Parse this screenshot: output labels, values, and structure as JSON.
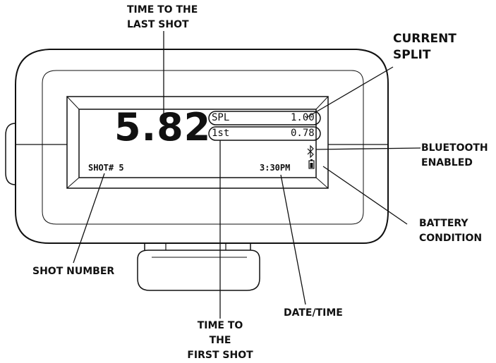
{
  "display": {
    "last_shot_time": "5.82",
    "split_label": "SPL",
    "split_value": "1.00",
    "first_label": "1st",
    "first_value": "0.78",
    "shot_number": "SHOT# 5",
    "time": "3:30PM",
    "bluetooth_icon": "bluetooth-icon",
    "battery_icon": "battery-icon"
  },
  "callouts": {
    "time_last_line1": "TIME TO THE",
    "time_last_line2": "LAST SHOT",
    "current_split_line1": "CURRENT",
    "current_split_line2": "SPLIT",
    "bluetooth_line1": "BLUETOOTH",
    "bluetooth_line2": "ENABLED",
    "battery_line1": "BATTERY",
    "battery_line2": "CONDITION",
    "shot_number": "SHOT NUMBER",
    "date_time": "DATE/TIME",
    "time_first_line1": "TIME TO THE",
    "time_first_line2": "FIRST SHOT"
  }
}
